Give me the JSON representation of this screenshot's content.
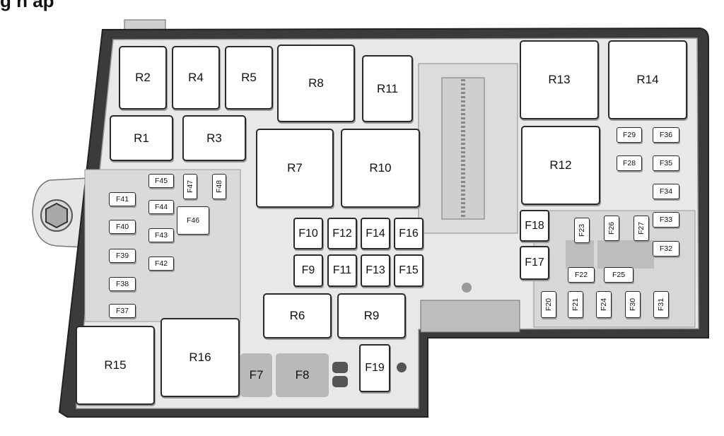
{
  "header": {
    "title_fragment": "g n ap"
  },
  "colors": {
    "housing_dark": "#3a3a3a",
    "housing_light": "#e9e9e9",
    "slot_fill": "#ffffff",
    "outline": "#2a2a2a",
    "connector_grey": "#bdbdbd"
  },
  "relays": {
    "R1": "R1",
    "R2": "R2",
    "R3": "R3",
    "R4": "R4",
    "R5": "R5",
    "R6": "R6",
    "R7": "R7",
    "R8": "R8",
    "R9": "R9",
    "R10": "R10",
    "R11": "R11",
    "R12": "R12",
    "R13": "R13",
    "R14": "R14",
    "R15": "R15",
    "R16": "R16"
  },
  "fuses": {
    "F7": "F7",
    "F8": "F8",
    "F9": "F9",
    "F10": "F10",
    "F11": "F11",
    "F12": "F12",
    "F13": "F13",
    "F14": "F14",
    "F15": "F15",
    "F16": "F16",
    "F17": "F17",
    "F18": "F18",
    "F19": "F19",
    "F20": "F20",
    "F21": "F21",
    "F22": "F22",
    "F23": "F23",
    "F24": "F24",
    "F25": "F25",
    "F26": "F26",
    "F27": "F27",
    "F28": "F28",
    "F29": "F29",
    "F30": "F30",
    "F31": "F31",
    "F32": "F32",
    "F33": "F33",
    "F34": "F34",
    "F35": "F35",
    "F36": "F36",
    "F37": "F37",
    "F38": "F38",
    "F39": "F39",
    "F40": "F40",
    "F41": "F41",
    "F42": "F42",
    "F43": "F43",
    "F44": "F44",
    "F45": "F45",
    "F46": "F46",
    "F47": "F47",
    "F48": "F48"
  }
}
